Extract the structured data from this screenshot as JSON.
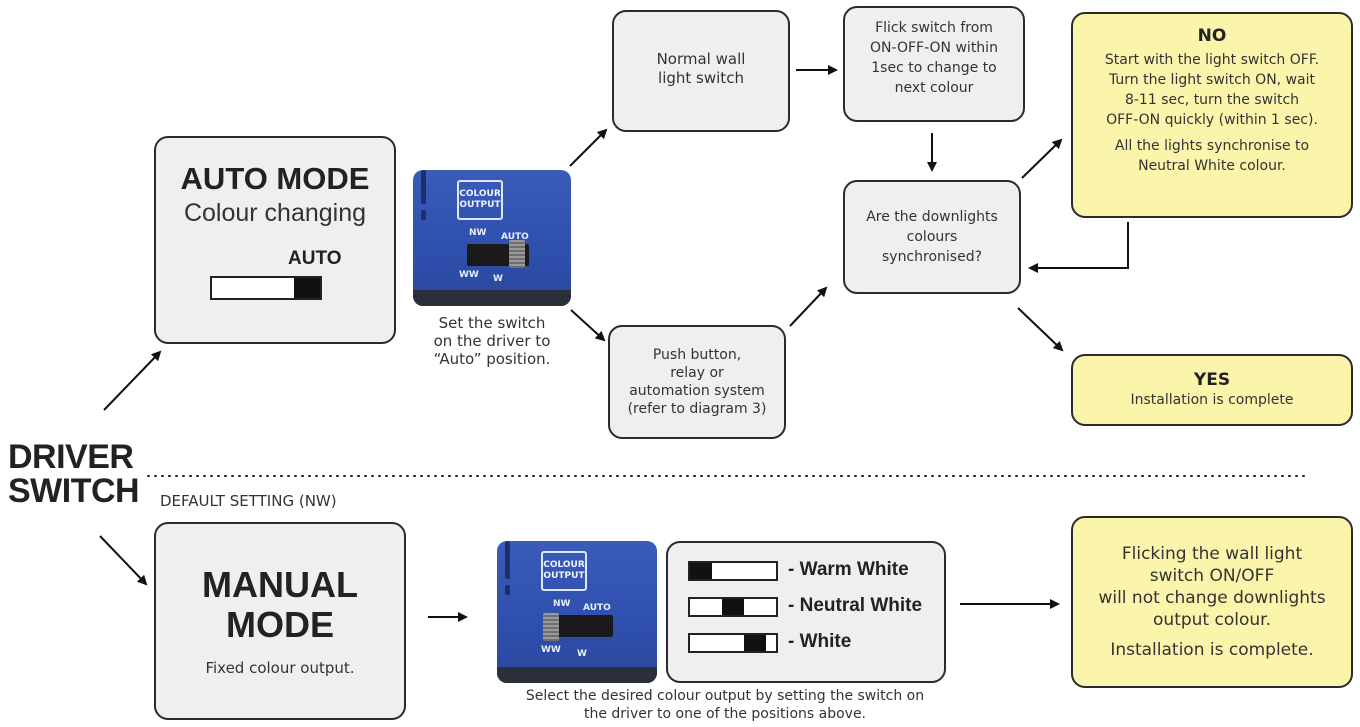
{
  "driver_switch": {
    "line1": "DRIVER",
    "line2": "SWITCH"
  },
  "default_setting": "DEFAULT SETTING (NW)",
  "auto_mode": {
    "title": "AUTO MODE",
    "subtitle": "Colour changing",
    "switch_label": "AUTO"
  },
  "manual_mode": {
    "title_line1": "MANUAL",
    "title_line2": "MODE",
    "subtitle": "Fixed colour output."
  },
  "photo_auto": {
    "panel_label_1": "COLOUR",
    "panel_label_2": "OUTPUT",
    "pos_nw": "NW",
    "pos_auto": "AUTO",
    "pos_ww": "WW",
    "pos_w": "W",
    "caption_1": "Set the switch",
    "caption_2": "on the driver to",
    "caption_3": "“Auto” position."
  },
  "photo_manual": {
    "panel_label_1": "COLOUR",
    "panel_label_2": "OUTPUT",
    "pos_nw": "NW",
    "pos_auto": "AUTO",
    "pos_ww": "WW",
    "pos_w": "W",
    "caption_1": "Select the desired colour output by setting the switch on",
    "caption_2": "the driver to one of the positions above."
  },
  "positions": [
    {
      "label": "- Warm White",
      "level": 0
    },
    {
      "label": "- Neutral White",
      "level": 0.5
    },
    {
      "label": "- White",
      "level": 1
    }
  ],
  "normal_switch": {
    "line1": "Normal wall",
    "line2": "light switch"
  },
  "push_button": {
    "line1": "Push button,",
    "line2": "relay or",
    "line3": "automation system",
    "line4": "(refer to diagram 3)"
  },
  "flick_switch": {
    "line1": "Flick switch from",
    "line2": "ON-OFF-ON within",
    "line3": "1sec to change to",
    "line4": "next colour"
  },
  "question": {
    "line1": "Are the downlights",
    "line2": "colours",
    "line3": "synchronised?"
  },
  "no_box": {
    "title": "NO",
    "p1_l1": "Start with the light switch OFF.",
    "p1_l2": "Turn the light switch ON, wait",
    "p1_l3": "8-11 sec, turn the switch",
    "p1_l4": "OFF-ON quickly (within 1 sec).",
    "p2_l1": "All the lights synchronise to",
    "p2_l2": "Neutral White colour."
  },
  "yes_box": {
    "title": "YES",
    "text": "Installation is complete"
  },
  "manual_result": {
    "line1": "Flicking the wall light",
    "line2": "switch ON/OFF",
    "line3": "will not change downlights",
    "line4": "output colour.",
    "line5": "Installation is complete."
  }
}
